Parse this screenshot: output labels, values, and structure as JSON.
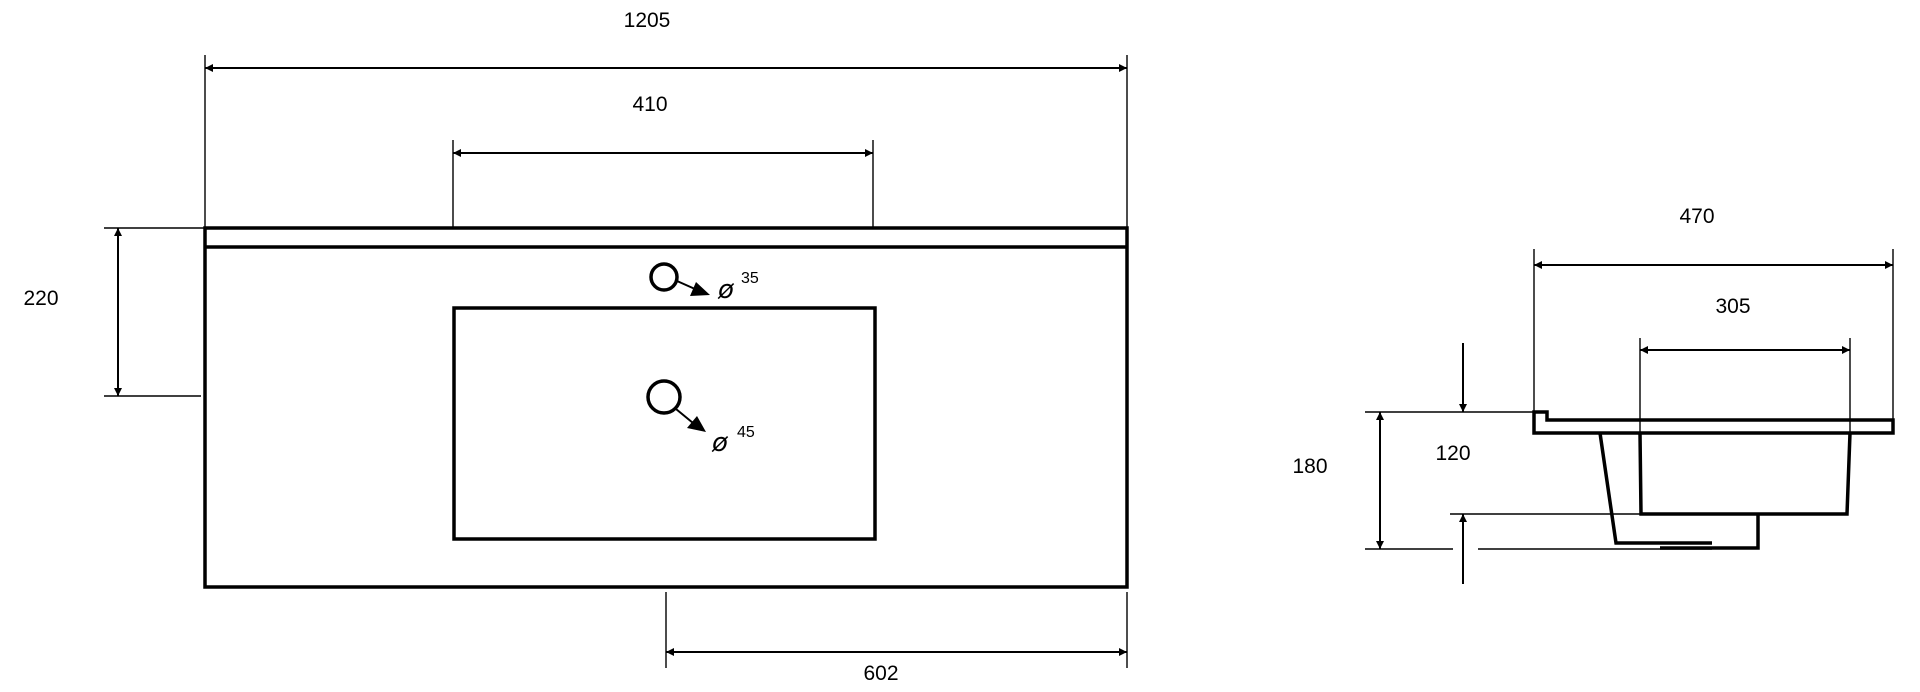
{
  "top_view": {
    "overall_width": "1205",
    "tap_spacing": "410",
    "depth": "220",
    "center_offset": "602",
    "tap_hole": {
      "symbol": "ø",
      "size": "35"
    },
    "drain_hole": {
      "symbol": "ø",
      "size": "45"
    }
  },
  "side_view": {
    "overall_depth": "470",
    "bowl_width": "305",
    "total_height": "180",
    "bowl_height": "120"
  },
  "colors": {
    "ink": "#000000",
    "paper": "#ffffff"
  }
}
